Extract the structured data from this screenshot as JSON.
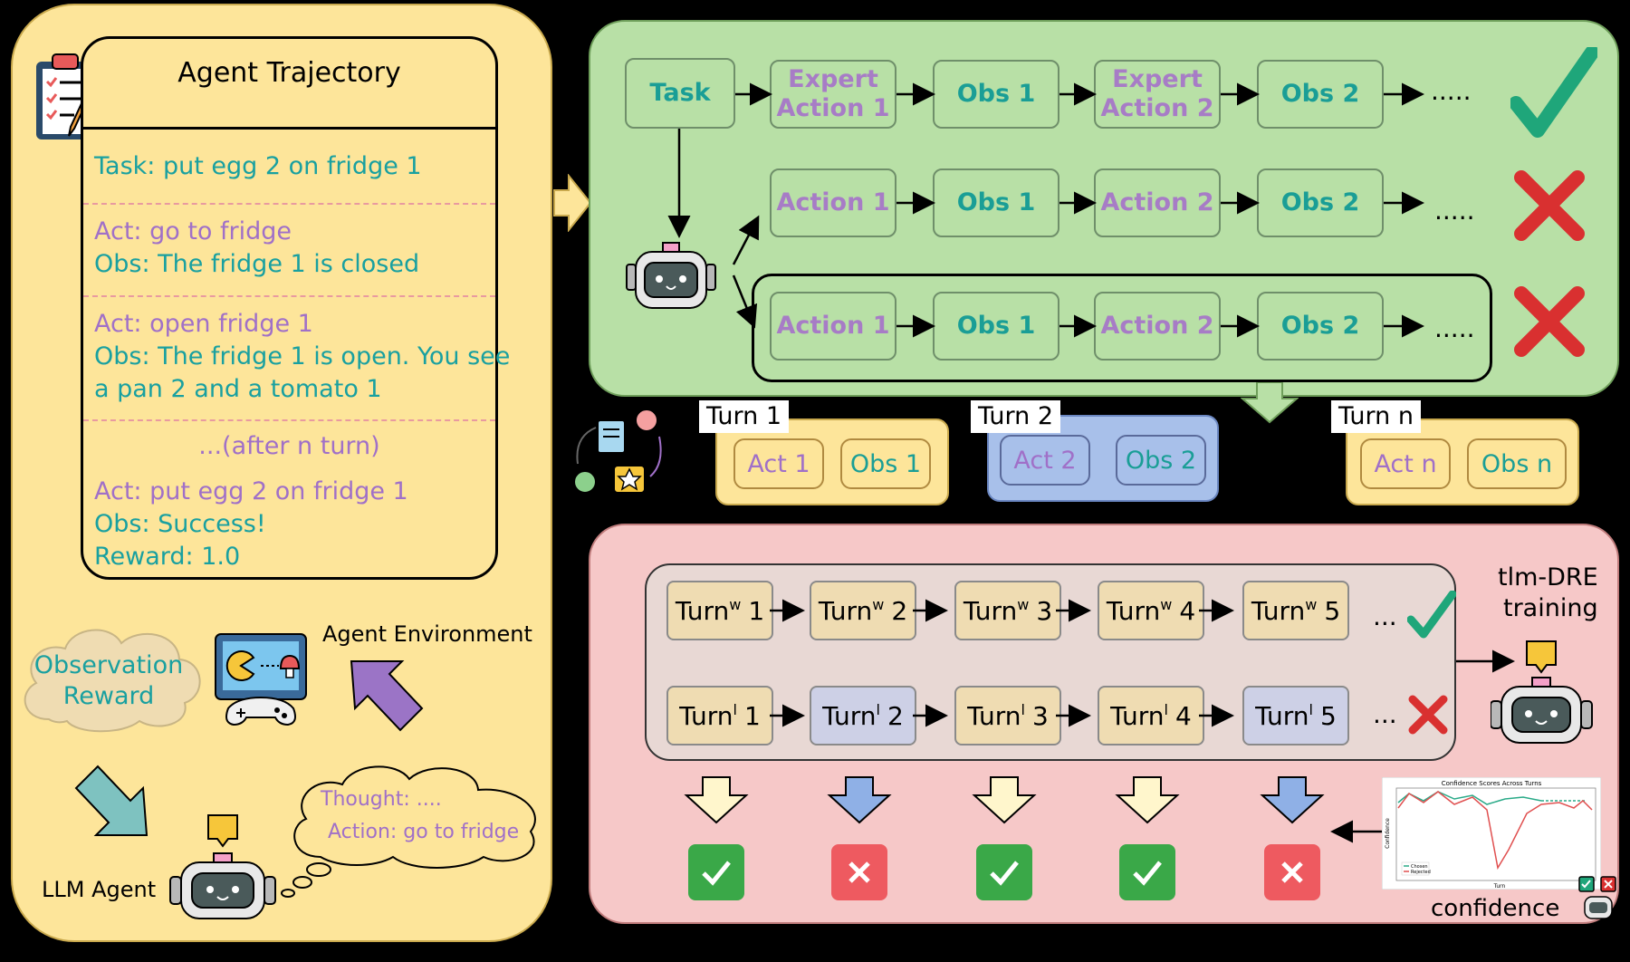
{
  "left": {
    "title": "Agent Trajectory",
    "task": "Task: put egg 2 on fridge 1",
    "act1": "Act: go to fridge",
    "obs1": "Obs: The fridge 1 is closed",
    "act2": "Act: open fridge 1",
    "obs2a": "Obs: The fridge 1 is open. You see",
    "obs2b": "a pan 2 and a tomato 1",
    "after": "...(after n turn)",
    "act3": "Act: put egg 2 on fridge 1",
    "obs3": "Obs: Success!",
    "reward": "Reward: 1.0",
    "cloud_line1": "Observation",
    "cloud_line2": "Reward",
    "env_label": "Agent Environment",
    "thought": "Thought: ....",
    "action": "Action: go to fridge",
    "agent_label": "LLM Agent"
  },
  "top": {
    "row1": [
      "Task",
      "Expert Action 1",
      "Obs 1",
      "Expert Action 2",
      "Obs 2"
    ],
    "row2": [
      "Action 1",
      "Obs 1",
      "Action 2",
      "Obs 2"
    ],
    "row3": [
      "Action 1",
      "Obs 1",
      "Action 2",
      "Obs 2"
    ],
    "ellipsis": "....."
  },
  "turns": [
    {
      "label": "Turn 1",
      "act": "Act  1",
      "obs": "Obs 1"
    },
    {
      "label": "Turn 2",
      "act": "Act  2",
      "obs": "Obs  2"
    },
    {
      "label": "Turn n",
      "act": "Act  n",
      "obs": "Obs  n"
    }
  ],
  "bottom": {
    "win_row": [
      "1",
      "2",
      "3",
      "4",
      "5"
    ],
    "lose_row": [
      "1",
      "2",
      "3",
      "4",
      "5"
    ],
    "win_sup": "w",
    "lose_sup": "l",
    "turn_word": "Turn",
    "ellipsis": "...",
    "training_line1": "tlm-DRE",
    "training_line2": "training",
    "confidence": "confidence",
    "chart_title": "Confidence Scores Across Turns",
    "chart_ylabel": "Confidence",
    "chart_xlabel": "Turn",
    "legend_chosen": "Chosen",
    "legend_rejected": "Rejected"
  },
  "colors": {
    "green_panel": "#b8e0a6",
    "red_panel": "#f6c8c8",
    "left_panel": "#fde59a",
    "teal_text": "#19a0a0",
    "purple_text": "#a070c8",
    "check_green": "#1fa67a",
    "cross_red": "#d93030"
  }
}
